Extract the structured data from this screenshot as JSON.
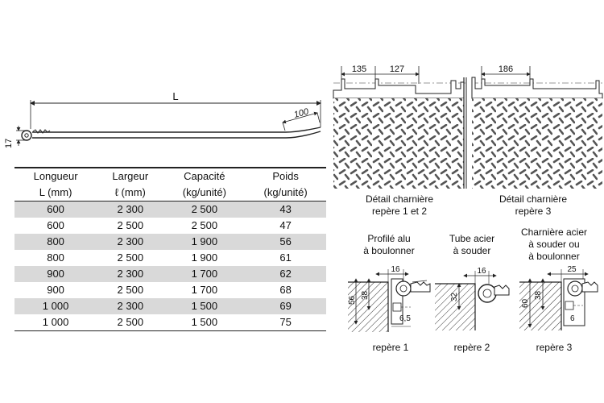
{
  "ramp_drawing": {
    "length_label": "L",
    "height_label": "17",
    "end_label": "100"
  },
  "table": {
    "headers_row1": [
      "Longueur",
      "Largeur",
      "Capacité",
      "Poids"
    ],
    "headers_row2": [
      "L (mm)",
      "ℓ (mm)",
      "(kg/unité)",
      "(kg/unité)"
    ],
    "rows": [
      [
        "600",
        "2 300",
        "2 500",
        "43"
      ],
      [
        "600",
        "2 500",
        "2 500",
        "47"
      ],
      [
        "800",
        "2 300",
        "1 900",
        "56"
      ],
      [
        "800",
        "2 500",
        "1 900",
        "61"
      ],
      [
        "900",
        "2 300",
        "1 700",
        "62"
      ],
      [
        "900",
        "2 500",
        "1 700",
        "68"
      ],
      [
        "1 000",
        "2 300",
        "1 500",
        "69"
      ],
      [
        "1 000",
        "2 500",
        "1 500",
        "75"
      ]
    ]
  },
  "hinge_details": {
    "left": {
      "dim1": "135",
      "dim2": "127",
      "caption_line1": "Détail charnière",
      "caption_line2": "repère 1 et 2"
    },
    "right": {
      "dim1": "186",
      "caption_line1": "Détail charnière",
      "caption_line2": "repère 3"
    }
  },
  "profiles": [
    {
      "title_line1": "Profilé alu",
      "title_line2": "à boulonner",
      "title_line3": "",
      "dims": [
        "16",
        "56",
        "38",
        "6,5"
      ],
      "label": "repère 1"
    },
    {
      "title_line1": "Tube acier",
      "title_line2": "à souder",
      "title_line3": "",
      "dims": [
        "16",
        "32"
      ],
      "label": "repère 2"
    },
    {
      "title_line1": "Charnière acier",
      "title_line2": "à souder ou",
      "title_line3": "à boulonner",
      "dims": [
        "25",
        "60",
        "38",
        "6"
      ],
      "label": "repère 3"
    }
  ]
}
